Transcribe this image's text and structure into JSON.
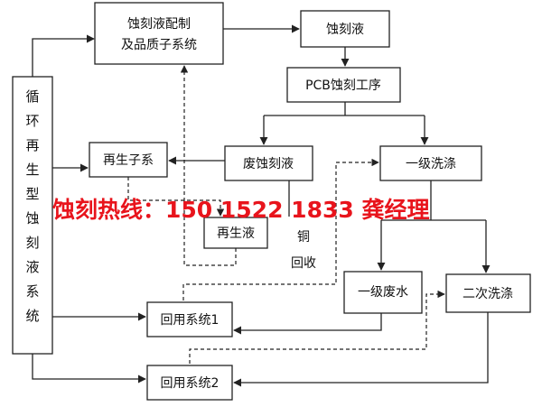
{
  "nodes": {
    "etch_prep": [
      "蚀刻液配制",
      "及品质子系统"
    ],
    "etch_liquid": "蚀刻液",
    "pcb_process": "PCB蚀刻工序",
    "regen_system_vertical": [
      "循",
      "环",
      "再",
      "生",
      "型",
      "蚀",
      "刻",
      "液",
      "系",
      "统"
    ],
    "regen_sub": "再生子系",
    "waste_etch": "废蚀刻液",
    "first_wash": "一级洗涤",
    "regen_liquid": "再生液",
    "copper_recovery": [
      "铜",
      "回收"
    ],
    "first_waste_water": "一级废水",
    "second_wash": "二次洗涤",
    "recycle_1": "回用系统1",
    "recycle_2": "回用系统2"
  },
  "banner": {
    "text": "蚀刻热线：150 1522 1833  龚经理",
    "color": "#e8141c"
  }
}
